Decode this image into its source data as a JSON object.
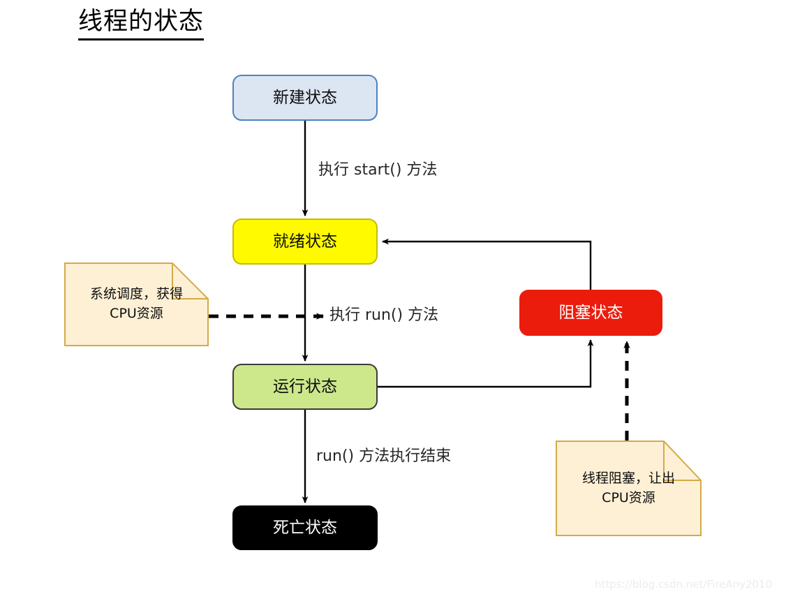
{
  "title": "线程的状态",
  "nodes": {
    "new": "新建状态",
    "ready": "就绪状态",
    "running": "运行状态",
    "dead": "死亡状态",
    "blocked": "阻塞状态"
  },
  "notes": {
    "schedule_line1": "系统调度，获得",
    "schedule_line2": "CPU资源",
    "yield_line1": "线程阻塞，让出",
    "yield_line2": "CPU资源"
  },
  "edges": {
    "start": "执行 start() 方法",
    "run": "执行 run() 方法",
    "finish": "run() 方法执行结束"
  },
  "watermark": "https://blog.csdn.net/FireAny2010",
  "colors": {
    "new_fill": "#dce6f2",
    "new_border": "#4f81bd",
    "ready_fill": "#fffa00",
    "ready_border": "#c6bc00",
    "running_fill": "#cce88b",
    "running_border": "#3b3b3b",
    "dead_fill": "#000000",
    "blocked_fill": "#ec1c0c",
    "note_fill": "#fdf0d5",
    "note_border": "#d4aa48",
    "connector": "#000000"
  }
}
